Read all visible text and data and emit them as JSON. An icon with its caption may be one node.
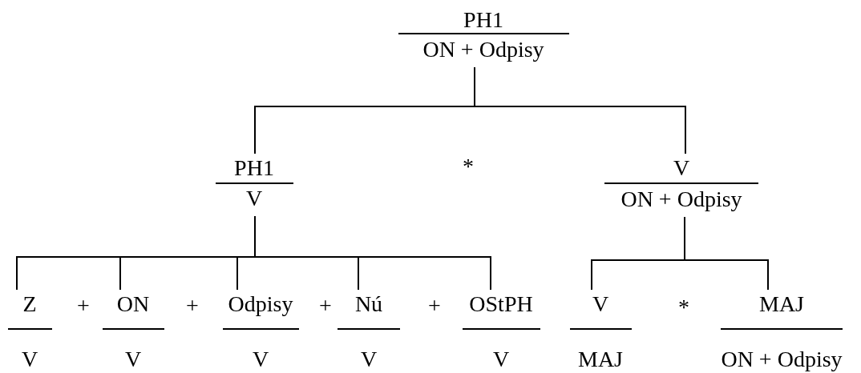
{
  "diagram": {
    "nodes": [
      {
        "text": [
          "PH1",
          "ON + Odpisy"
        ]
      },
      {
        "text": [
          "PH1",
          "V"
        ]
      },
      {
        "text": [
          "V",
          "ON + Odpisy"
        ]
      },
      {
        "text": [
          "Z",
          "V"
        ]
      },
      {
        "text": [
          "ON",
          "V"
        ]
      },
      {
        "text": [
          "Odpisy",
          "V"
        ]
      },
      {
        "text": [
          "Nú",
          "V"
        ]
      },
      {
        "text": [
          "OStPH",
          "V"
        ]
      },
      {
        "text": [
          "V",
          "MAJ"
        ]
      },
      {
        "text": [
          "MAJ",
          "ON + Odpisy"
        ]
      }
    ],
    "edges": [
      {
        "from": 0,
        "to": 1,
        "arrow": "none"
      },
      {
        "from": 0,
        "to": 2,
        "arrow": "none"
      },
      {
        "from": 1,
        "to": 3,
        "arrow": "none"
      },
      {
        "from": 1,
        "to": 4,
        "arrow": "none"
      },
      {
        "from": 1,
        "to": 5,
        "arrow": "none"
      },
      {
        "from": 1,
        "to": 6,
        "arrow": "none"
      },
      {
        "from": 1,
        "to": 7,
        "arrow": "none"
      },
      {
        "from": 2,
        "to": 8,
        "arrow": "none"
      },
      {
        "from": 2,
        "to": 9,
        "arrow": "none"
      }
    ],
    "labels": [
      "*",
      "+",
      "+",
      "+",
      "+",
      "*"
    ]
  }
}
